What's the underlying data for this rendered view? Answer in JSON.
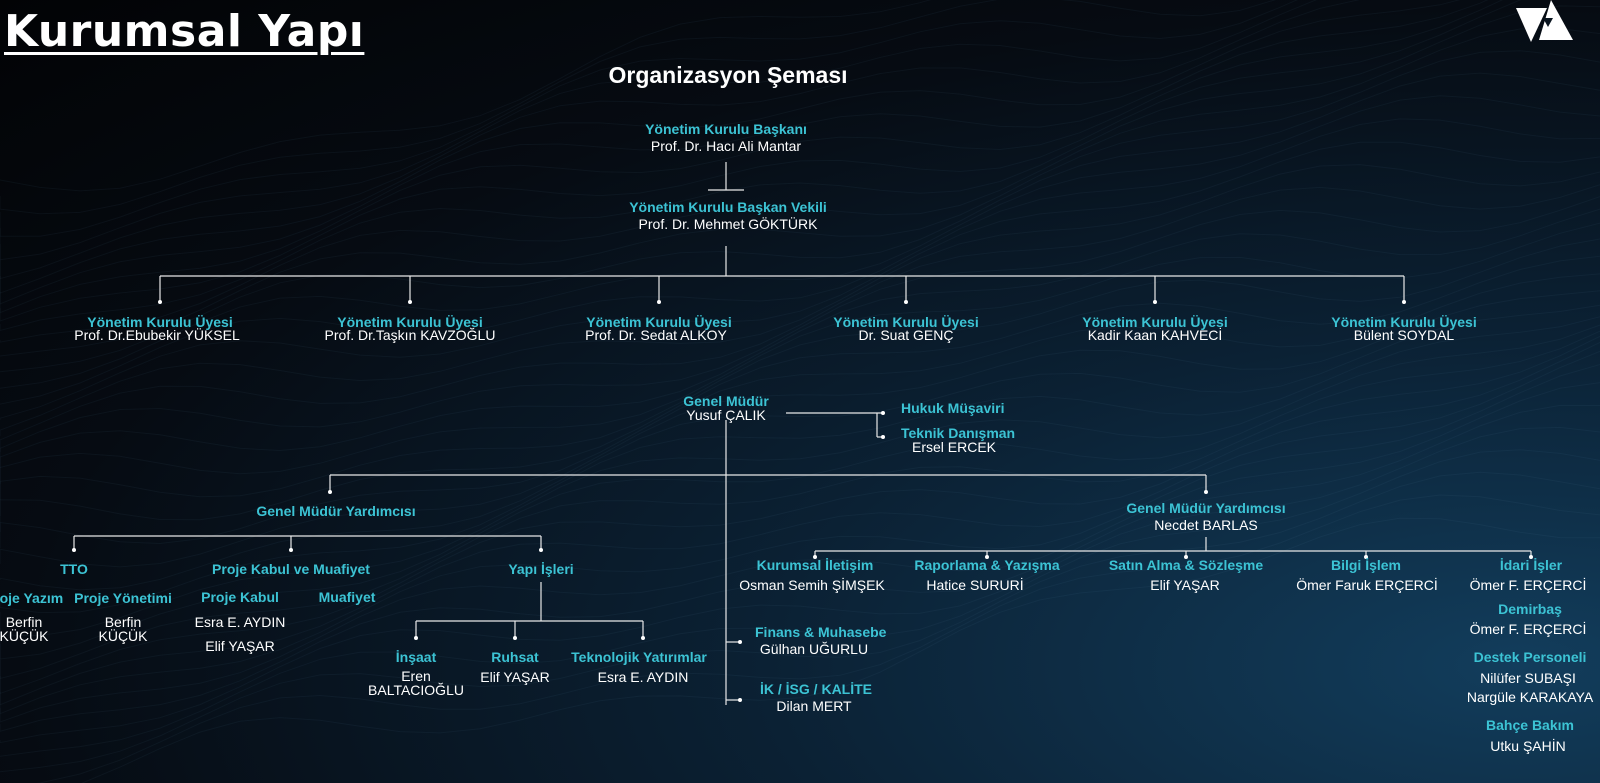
{
  "page_title": "Kurumsal Yapı",
  "chart_title": "Organizasyon Şeması",
  "colors": {
    "role": "#3cc3d4",
    "name": "#ffffff",
    "line": "#e8e8e8"
  },
  "icons": {
    "logo": "triangle-logo-icon"
  },
  "chairman": {
    "role": "Yönetim Kurulu Başkanı",
    "name": "Prof. Dr. Hacı Ali Mantar"
  },
  "vice_chairman": {
    "role": "Yönetim Kurulu Başkan Vekili",
    "name": "Prof. Dr. Mehmet GÖKTÜRK"
  },
  "board_members": [
    {
      "role": "Yönetim Kurulu Üyesi",
      "name": "Prof. Dr.Ebubekir YÜKSEL"
    },
    {
      "role": "Yönetim Kurulu Üyesi",
      "name": "Prof. Dr.Taşkın KAVZOĞLU"
    },
    {
      "role": "Yönetim Kurulu Üyesi",
      "name": "Prof. Dr. Sedat ALKOY"
    },
    {
      "role": "Yönetim Kurulu Üyesi",
      "name": "Dr. Suat GENÇ"
    },
    {
      "role": "Yönetim Kurulu Üyesi",
      "name": "Kadir Kaan KAHVECİ"
    },
    {
      "role": "Yönetim Kurulu Üyesi",
      "name": "Bülent SOYDAL"
    }
  ],
  "general_manager": {
    "role": "Genel Müdür",
    "name": "Yusuf ÇALIK"
  },
  "legal_advisor": {
    "role": "Hukuk Müşaviri"
  },
  "tech_advisor": {
    "role": "Teknik Danışman",
    "name": "Ersel ERCEK"
  },
  "left_deputy": {
    "role": "Genel Müdür Yardımcısı",
    "tto": {
      "role": "TTO",
      "children": [
        {
          "role": "Proje Yazım",
          "name1": "Berfin",
          "name2": "KÜÇÜK"
        },
        {
          "role": "Proje Yönetimi",
          "name1": "Berfin",
          "name2": "KÜÇÜK"
        }
      ]
    },
    "proje_kabul": {
      "role": "Proje Kabul ve Muafiyet",
      "sub_role": "Proje Kabul",
      "name1": "Esra E. AYDIN",
      "name2": "Elif YAŞAR",
      "muafiyet": "Muafiyet"
    },
    "yapi_isleri": {
      "role": "Yapı İşleri",
      "children": [
        {
          "role": "İnşaat",
          "name1": "Eren",
          "name2": "BALTACIOĞLU"
        },
        {
          "role": "Ruhsat",
          "name1": "Elif YAŞAR"
        },
        {
          "role": "Teknolojik Yatırımlar",
          "name1": "Esra E. AYDIN"
        }
      ]
    }
  },
  "center_units": [
    {
      "role": "Finans & Muhasebe",
      "name": "Gülhan UĞURLU"
    },
    {
      "role": "İK / İSG / KALİTE",
      "name": "Dilan MERT"
    }
  ],
  "right_deputy": {
    "role": "Genel Müdür Yardımcısı",
    "name": "Necdet BARLAS",
    "units": [
      {
        "role": "Kurumsal İletişim",
        "name": "Osman Semih ŞİMŞEK"
      },
      {
        "role": "Raporlama &  Yazışma",
        "name": "Hatice SURURİ"
      },
      {
        "role": "Satın Alma & Sözleşme",
        "name": "Elif YAŞAR"
      },
      {
        "role": "Bilgi İşlem",
        "name": "Ömer Faruk ERÇERCİ"
      },
      {
        "role": "İdari İşler",
        "name": "Ömer F. ERÇERCİ"
      }
    ],
    "admin_sub": [
      {
        "role": "Demirbaş",
        "names": [
          "Ömer F. ERÇERCİ"
        ]
      },
      {
        "role": "Destek Personeli",
        "names": [
          "Nilüfer SUBAŞI",
          "Nargüle KARAKAYA"
        ]
      },
      {
        "role": "Bahçe Bakım",
        "names": [
          "Utku ŞAHİN"
        ]
      }
    ]
  }
}
